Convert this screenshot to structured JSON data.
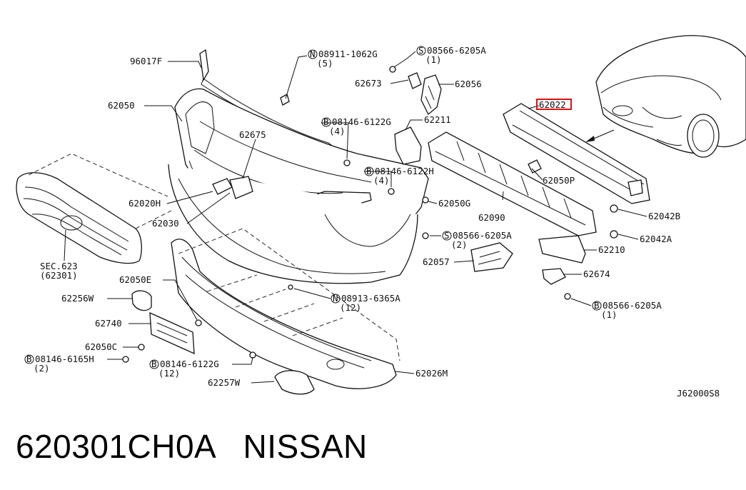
{
  "callouts": [
    {
      "id": "96017F",
      "text": "96017F"
    },
    {
      "id": "08911-1062G",
      "text": "08911-1062G",
      "prefix": "N",
      "qty": "(5)"
    },
    {
      "id": "08566-6205A-top",
      "text": "08566-6205A",
      "prefix": "S",
      "qty": "(1)"
    },
    {
      "id": "62673",
      "text": "62673"
    },
    {
      "id": "62056",
      "text": "62056"
    },
    {
      "id": "62050",
      "text": "62050"
    },
    {
      "id": "62675",
      "text": "62675"
    },
    {
      "id": "08146-6122G-top",
      "text": "08146-6122G",
      "prefix": "B",
      "qty": "(4)"
    },
    {
      "id": "62211",
      "text": "62211"
    },
    {
      "id": "62022",
      "text": "62022",
      "highlighted": true
    },
    {
      "id": "08146-6122H",
      "text": "08146-6122H",
      "prefix": "B",
      "qty": "(4)"
    },
    {
      "id": "62050P",
      "text": "62050P"
    },
    {
      "id": "62020H",
      "text": "62020H"
    },
    {
      "id": "62050G",
      "text": "62050G"
    },
    {
      "id": "62090",
      "text": "62090"
    },
    {
      "id": "62042B",
      "text": "62042B"
    },
    {
      "id": "62030",
      "text": "62030"
    },
    {
      "id": "08566-6205A-mid",
      "text": "08566-6205A",
      "prefix": "S",
      "qty": "(2)"
    },
    {
      "id": "62042A",
      "text": "62042A"
    },
    {
      "id": "62210",
      "text": "62210"
    },
    {
      "id": "SEC623",
      "text": "SEC.623",
      "qty": "(62301)"
    },
    {
      "id": "62057",
      "text": "62057"
    },
    {
      "id": "62050E",
      "text": "62050E"
    },
    {
      "id": "62674",
      "text": "62674"
    },
    {
      "id": "62256W",
      "text": "62256W"
    },
    {
      "id": "08913-6365A",
      "text": "08913-6365A",
      "prefix": "N",
      "qty": "(12)"
    },
    {
      "id": "08566-6205A-low",
      "text": "08566-6205A",
      "prefix": "B",
      "qty": "(1)"
    },
    {
      "id": "62740",
      "text": "62740"
    },
    {
      "id": "62050C",
      "text": "62050C"
    },
    {
      "id": "08146-6165H",
      "text": "08146-6165H",
      "prefix": "B",
      "qty": "(2)"
    },
    {
      "id": "08146-6122G-low",
      "text": "08146-6122G",
      "prefix": "B",
      "qty": "(12)"
    },
    {
      "id": "62026M",
      "text": "62026M"
    },
    {
      "id": "62257W",
      "text": "62257W"
    }
  ],
  "diagram_code": "J62000S8",
  "caption": {
    "part_number": "620301CH0A",
    "brand": "NISSAN"
  },
  "colors": {
    "ink": "#111111",
    "highlight": "#e01010"
  }
}
